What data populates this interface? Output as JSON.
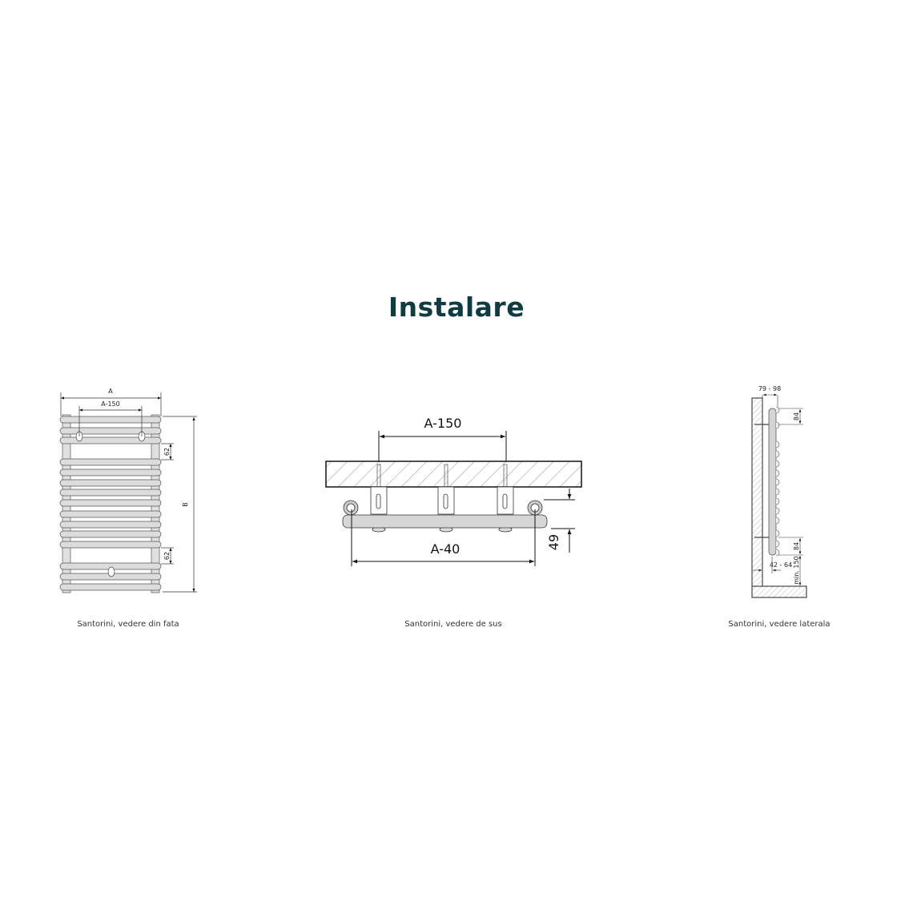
{
  "title": "Instalare",
  "front": {
    "caption": "Santorini, vedere din fata",
    "dim_a": "A",
    "dim_a150": "A-150",
    "dim_b": "B",
    "dim_62_top": "62",
    "dim_62_bottom": "62"
  },
  "top": {
    "caption": "Santorini, vedere de sus",
    "dim_a150": "A-150",
    "dim_a40": "A-40",
    "dim_49": "49"
  },
  "side": {
    "caption": "Santorini, vedere laterala",
    "dim_depth": "79 - 98",
    "dim_84_top": "84",
    "dim_84_bottom": "84",
    "dim_wall": "42 - 64",
    "dim_floor": "min. 150"
  }
}
